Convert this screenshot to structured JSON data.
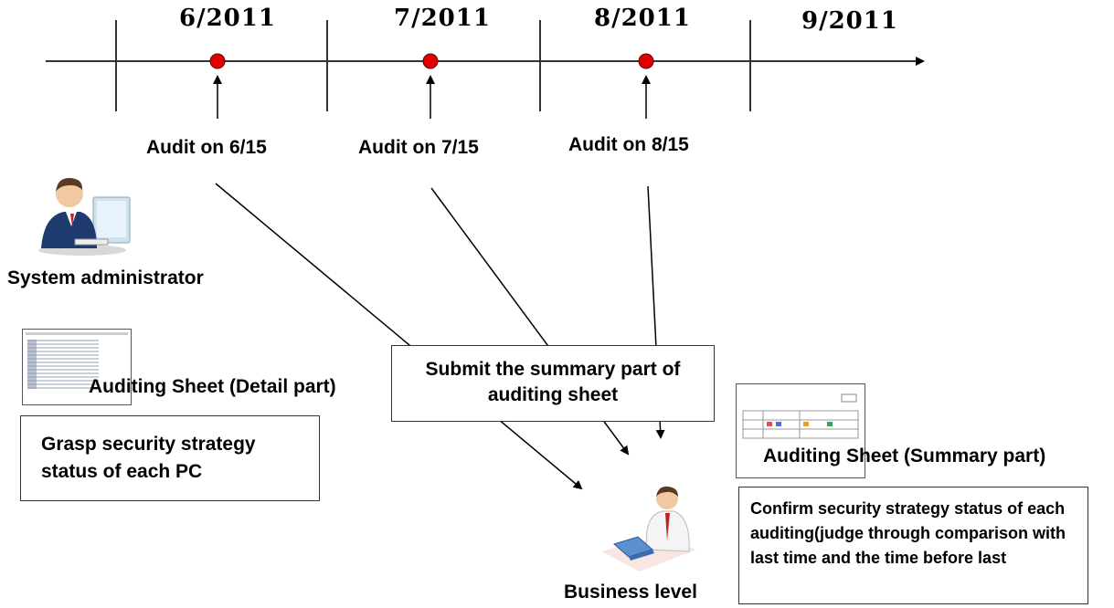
{
  "timeline": {
    "months": [
      "6/2011",
      "7/2011",
      "8/2011",
      "9/2011"
    ],
    "audits": [
      "Audit on 6/15",
      "Audit on 7/15",
      "Audit on 8/15"
    ],
    "marker_color": "#e00000"
  },
  "roles": {
    "system_admin": "System administrator",
    "business": "Business level"
  },
  "sheets": {
    "detail_label": "Auditing Sheet (Detail part)",
    "summary_label": "Auditing Sheet (Summary part)"
  },
  "boxes": {
    "submit": "Submit the summary part of auditing sheet",
    "grasp": "Grasp security strategy status of each PC",
    "confirm": "Confirm security strategy status of each auditing(judge through comparison with last time and the time before last"
  }
}
